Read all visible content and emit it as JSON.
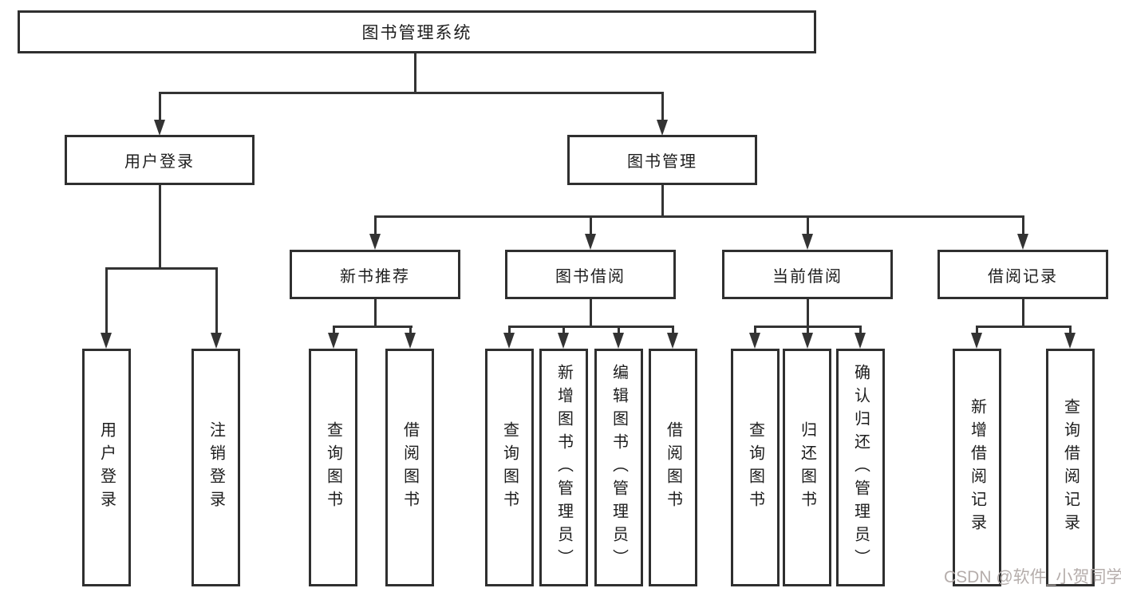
{
  "diagram": {
    "watermark": "CSDN @软件_小贺同学",
    "colors": {
      "line": "#333333",
      "border": "#2f2f2f",
      "box-bg": "#ffffff",
      "text": "#1d1d1d",
      "watermark": "#b5adab",
      "background": "#ffffff"
    },
    "nodes": {
      "root": "图书管理系统",
      "user_login": "用户登录",
      "book_mgmt": "图书管理",
      "new_books": "新书推荐",
      "book_borrow": "图书借阅",
      "current_borrow": "当前借阅",
      "borrow_records": "借阅记录",
      "leaf_user_login": "用户登录",
      "leaf_logout": "注销登录",
      "leaf_nb_query": "查询图书",
      "leaf_nb_borrow": "借阅图书",
      "leaf_bb_query": "查询图书",
      "leaf_bb_add": "新增图书（管理员）",
      "leaf_bb_edit": "编辑图书（管理员）",
      "leaf_bb_borrow": "借阅图书",
      "leaf_cb_query": "查询图书",
      "leaf_cb_return": "归还图书",
      "leaf_cb_confirm": "确认归还（管理员）",
      "leaf_br_add": "新增借阅记录",
      "leaf_br_query": "查询借阅记录"
    }
  }
}
